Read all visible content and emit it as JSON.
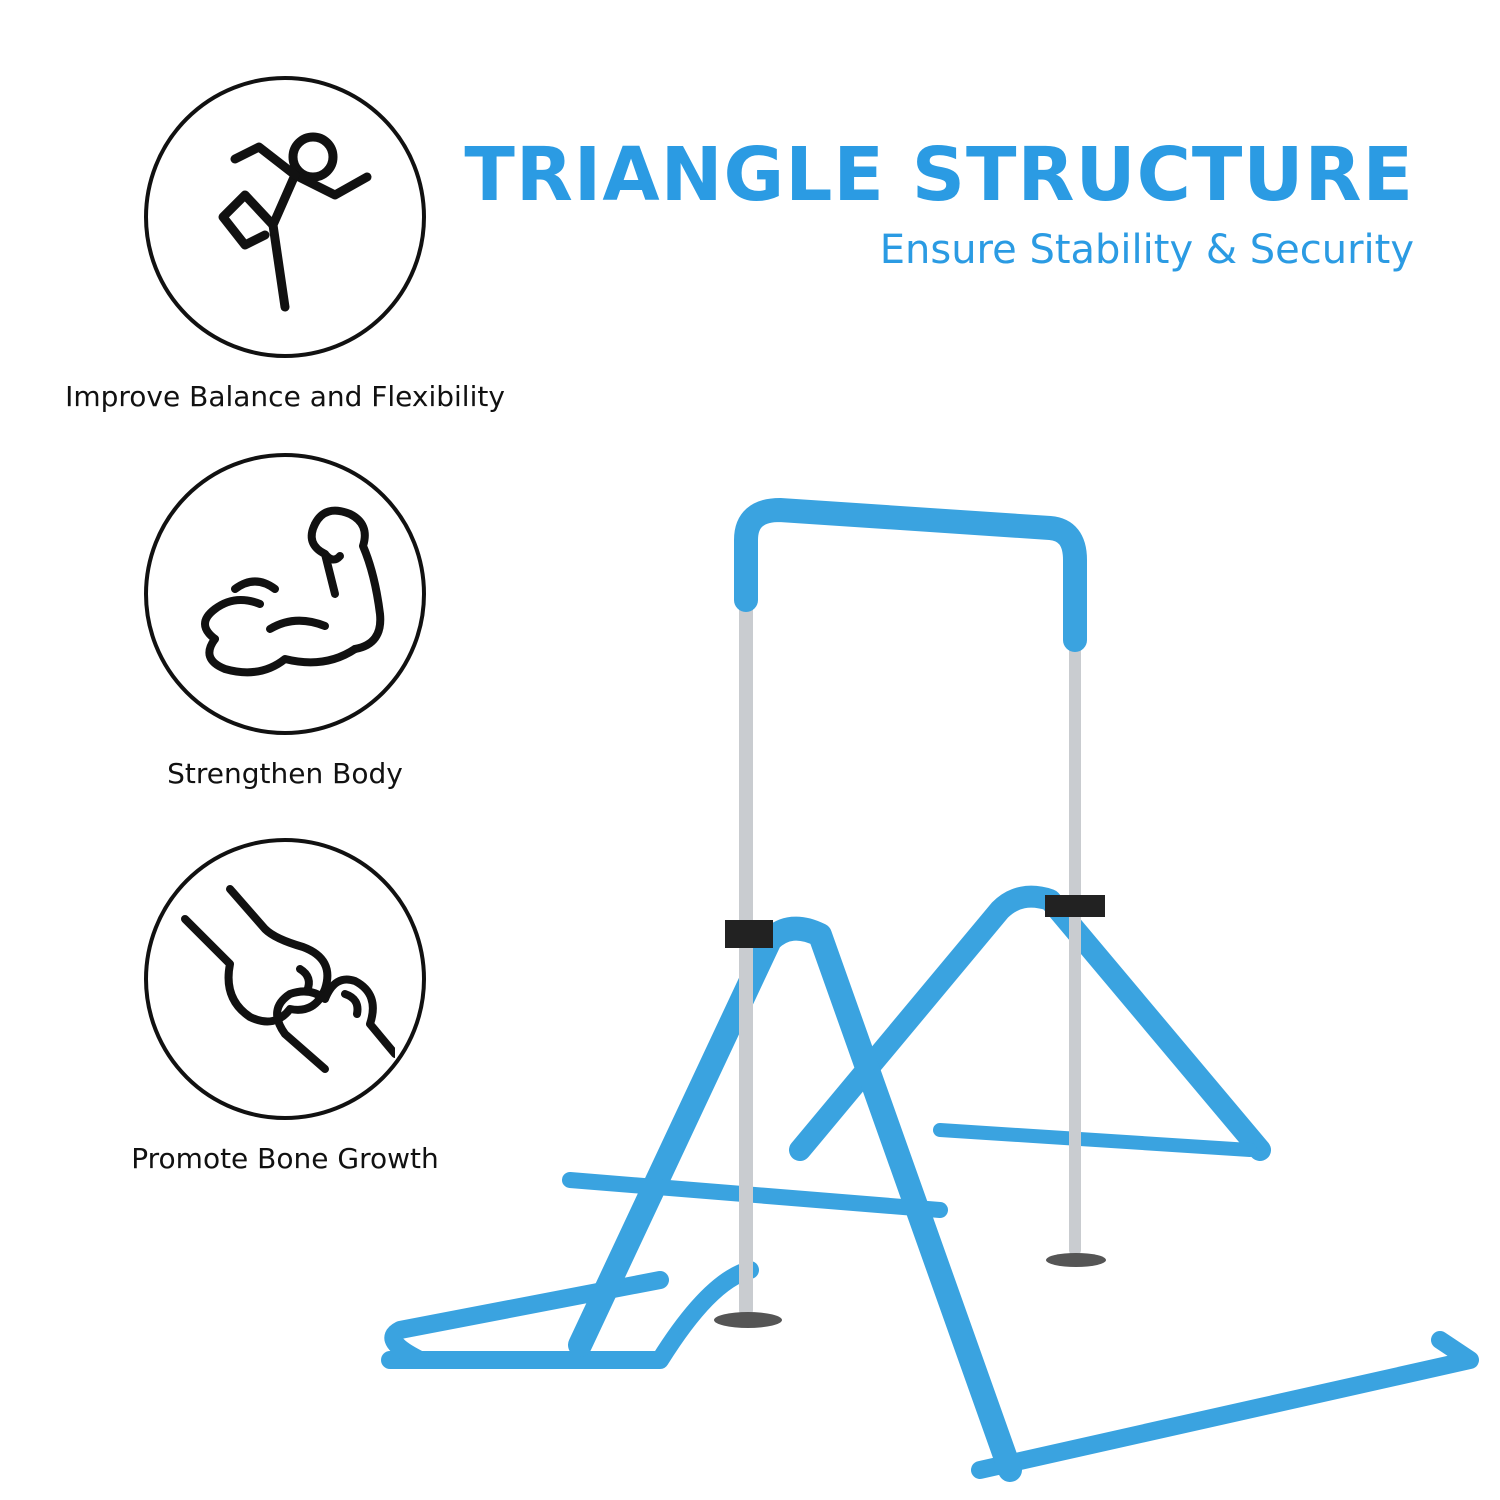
{
  "headline": {
    "title": "TRIANGLE STRUCTURE",
    "subtitle": "Ensure Stability & Security"
  },
  "features": [
    {
      "label": "Improve Balance and Flexibility",
      "icon": "balance-pose-icon"
    },
    {
      "label": "Strengthen Body",
      "icon": "flexed-arm-icon"
    },
    {
      "label": "Promote Bone Growth",
      "icon": "bone-joint-icon"
    }
  ],
  "colors": {
    "accent": "#2b9be3",
    "tube": "#3aa3e0",
    "tube_dark": "#1d7fbf",
    "steel": "#c9ccd0",
    "outline": "#111111"
  },
  "product": {
    "name": "gymnastics-kip-bar"
  }
}
